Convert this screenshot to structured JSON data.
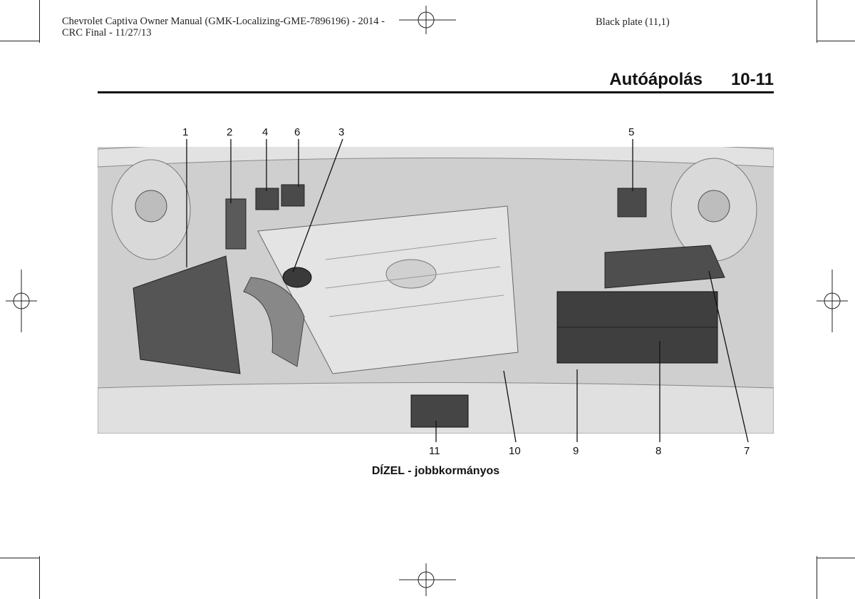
{
  "header": {
    "line1": "Chevrolet Captiva Owner Manual (GMK-Localizing-GME-7896196) - 2014 -",
    "line2": "CRC Final - 11/27/13",
    "plate": "Black plate (11,1)"
  },
  "section": {
    "title": "Autóápolás",
    "page_number": "10-11"
  },
  "figure": {
    "callouts_top": [
      "1",
      "2",
      "4",
      "6",
      "3",
      "5"
    ],
    "callouts_bottom": [
      "11",
      "10",
      "9",
      "8",
      "7"
    ],
    "caption": "DÍZEL - jobbkormányos"
  }
}
